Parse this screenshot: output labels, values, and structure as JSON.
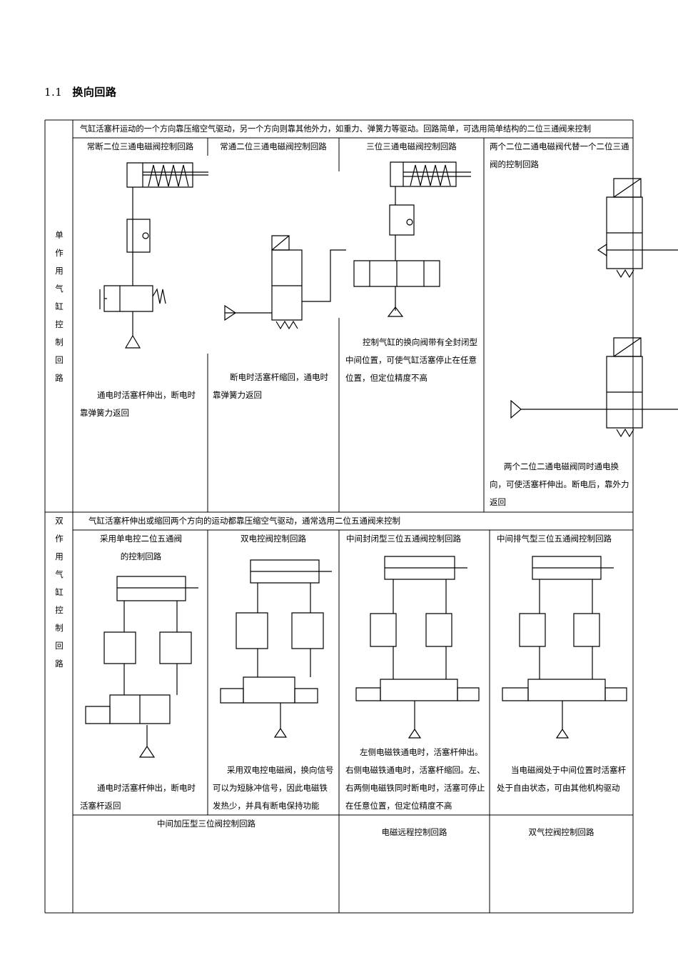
{
  "section": {
    "number": "1.1",
    "title": "换向回路"
  },
  "single": {
    "label": "单作用气缸控制回路",
    "description": "气缸活塞杆运动的一个方向靠压缩空气驱动，另一个方向则靠其他外力，如重力、弹簧力等驱动。回路简单，可选用简单结构的二位三通阀来控制",
    "cells": [
      {
        "title": "常断二位三通电磁阀控制回路",
        "caption": "通电时活塞杆伸出，断电时靠弹簧力返回"
      },
      {
        "title": "常通二位三通电磁阀控制回路",
        "caption": "断电时活塞杆缩回，通电时靠弹簧力返回"
      },
      {
        "title": "三位三通电磁阀控制回路",
        "caption": "控制气缸的换向阀带有全封闭型中间位置，可使气缸活塞停止在任意位置，但定位精度不高"
      },
      {
        "title": "两个二位二通电磁阀代替一个二位三通阀的控制回路",
        "caption": "两个二位二通电磁阀同时通电换向，可使活塞杆伸出。断电后，靠外力返回"
      }
    ]
  },
  "double": {
    "label": "双作用气缸控制回路",
    "description": "气缸活塞杆伸出或缩回两个方向的运动都靠压缩空气驱动，通常选用二位五通阀来控制",
    "cells": [
      {
        "title": "采用单电控二位五通阀的控制回路",
        "caption": "通电时活塞杆伸出，断电时活塞杆返回"
      },
      {
        "title": "双电控阀控制回路",
        "caption": "采用双电控电磁阀，换向信号可以为短脉冲信号，因此电磁铁发热少，并具有断电保持功能"
      },
      {
        "title": "中间封闭型三位五通阀控制回路",
        "caption": "左侧电磁铁通电时，活塞杆伸出。右侧电磁铁通电时，活塞杆缩回。左、右两侧电磁铁同时断电时，活塞可停止在任意位置，但定位精度不高"
      },
      {
        "title": "中间排气型三位五通阀控制回路",
        "caption": "当电磁阀处于中间位置时活塞杆处于自由状态，可由其他机构驱动"
      }
    ]
  },
  "bottom": {
    "cells": [
      {
        "title": "中间加压型三位阀控制回路"
      },
      {
        "title": "电磁远程控制回路"
      },
      {
        "title": "双气控阀控制回路"
      }
    ]
  }
}
